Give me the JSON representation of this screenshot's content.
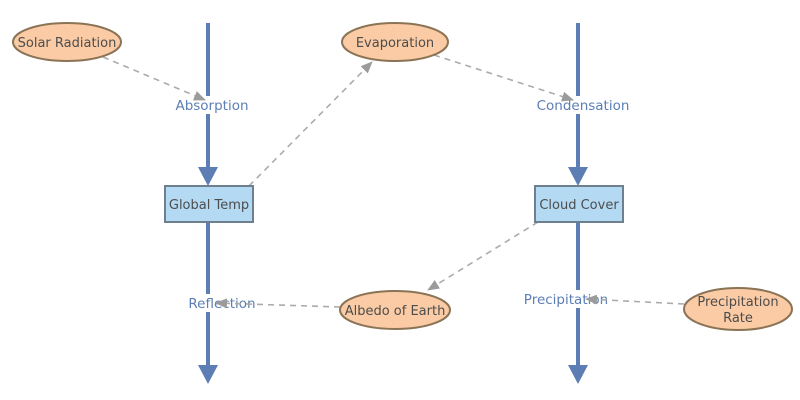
{
  "diagram": {
    "stocks": {
      "global_temp": "Global Temp",
      "cloud_cover": "Cloud Cover"
    },
    "variables": {
      "solar_radiation": "Solar Radiation",
      "evaporation": "Evaporation",
      "albedo_of_earth": "Albedo of Earth",
      "precipitation_rate_line1": "Precipitation",
      "precipitation_rate_line2": "Rate"
    },
    "flows": {
      "absorption": "Absorption",
      "reflection": "Reflection",
      "condensation": "Condensation",
      "precipitation": "Precipitation"
    },
    "colors": {
      "background": "#FFFFFF",
      "flow": "#5C7EB5",
      "flow_label": "#5C7EB5",
      "link": "#ABABAB",
      "link_arrow": "#9B9B9B",
      "variable_fill": "#FACBA4",
      "variable_stroke": "#8B7355",
      "stock_fill": "#B3D9F3",
      "stock_stroke": "#6E7F90",
      "node_text": "#4D4D4D"
    }
  }
}
